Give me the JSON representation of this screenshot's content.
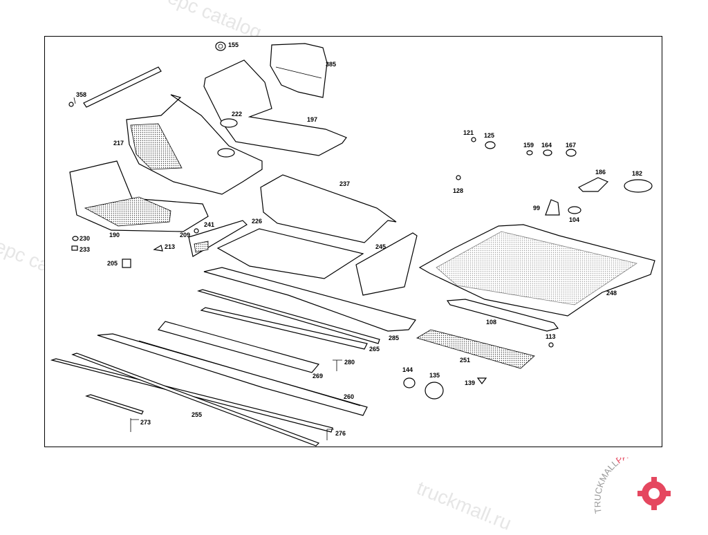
{
  "watermark": {
    "text_a": "truckmall.ru epc catalog",
    "text_b": "epc catalog",
    "text_c": "truckmall.ru",
    "color": "#e6e6e6"
  },
  "logo": {
    "brand_a": "TRUCKMALL",
    "brand_b": "PARTS",
    "accent_color": "#e5475f"
  },
  "callouts": [
    "155",
    "385",
    "358",
    "222",
    "197",
    "217",
    "121",
    "125",
    "159",
    "164",
    "167",
    "128",
    "186",
    "182",
    "237",
    "99",
    "104",
    "230",
    "233",
    "190",
    "209",
    "213",
    "241",
    "226",
    "245",
    "205",
    "248",
    "285",
    "265",
    "108",
    "113",
    "280",
    "251",
    "269",
    "144",
    "135",
    "139",
    "260",
    "273",
    "255",
    "276"
  ]
}
